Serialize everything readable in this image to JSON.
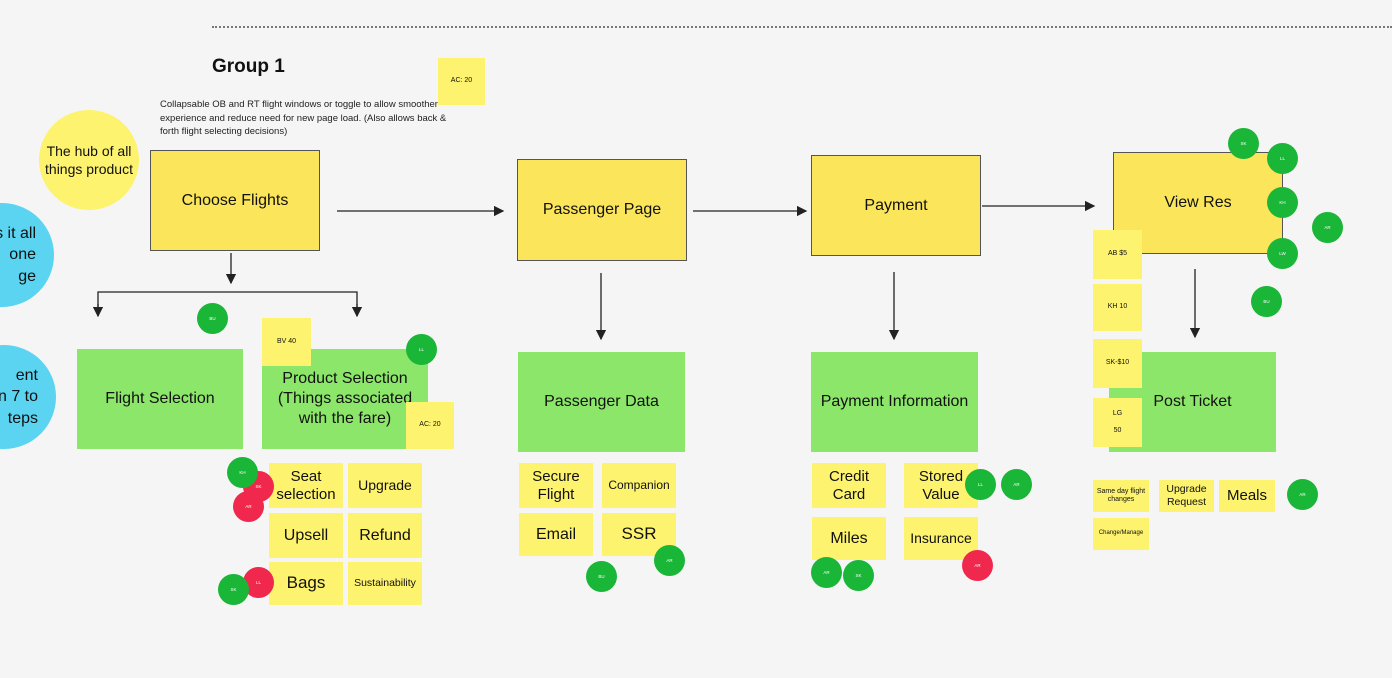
{
  "group_title": "Group 1",
  "description": "Collapsable OB and RT flight windows or toggle to allow smoother experience and reduce need for new page load. (Also allows back & forth flight selecting decisions)",
  "circles": {
    "hub": "The hub of all things product",
    "all_one_page": "s it all\none\nge",
    "steps": "ent\nn 7 to\nteps"
  },
  "main_steps": {
    "choose_flights": "Choose Flights",
    "passenger_page": "Passenger Page",
    "payment": "Payment",
    "view_res": "View Res"
  },
  "sub_pages": {
    "flight_selection": "Flight Selection",
    "product_selection": "Product Selection (Things associated with the fare)",
    "passenger_data": "Passenger Data",
    "payment_information": "Payment Information",
    "post_ticket": "Post Ticket"
  },
  "features": {
    "seat_selection": "Seat selection",
    "upgrade": "Upgrade",
    "upsell": "Upsell",
    "refund": "Refund",
    "bags": "Bags",
    "sustainability": "Sustainability",
    "secure_flight": "Secure Flight",
    "companion": "Companion",
    "email": "Email",
    "ssr": "SSR",
    "credit_card": "Credit Card",
    "stored_value": "Stored Value",
    "miles": "Miles",
    "insurance": "Insurance",
    "same_day": "Same day flight changes",
    "upgrade_request": "Upgrade Request",
    "meals": "Meals",
    "change_manage": "Change/Manage"
  },
  "votes": {
    "ac_top": "AC: 20",
    "bv": "BV 40",
    "ac_product": "AC: 20",
    "ab": "AB $5",
    "kh": "KH 10",
    "sk": "SK-$10",
    "lg": "LG\n\n50"
  },
  "dot_labels": {
    "d1": "BU",
    "d2": "LL",
    "d3": "SK",
    "d4": "AR",
    "d5": "KH",
    "d6": "SK",
    "d7": "LL",
    "d8": "BU",
    "d9": "AR",
    "d10": "LL",
    "d11": "AR",
    "d12": "AR",
    "d13": "SK",
    "d14": "AR",
    "d15": "SK",
    "d16": "LL",
    "d17": "KH",
    "d18": "LW",
    "d19": "AR",
    "d20": "BU",
    "d21": "AR"
  },
  "colors": {
    "main_yellow": "#fbe55a",
    "sticky_yellow": "#fdf36e",
    "green_card": "#8ce66a",
    "blue_circle": "#5ad4f0",
    "dot_green": "#19b637",
    "dot_red": "#f0284e"
  }
}
